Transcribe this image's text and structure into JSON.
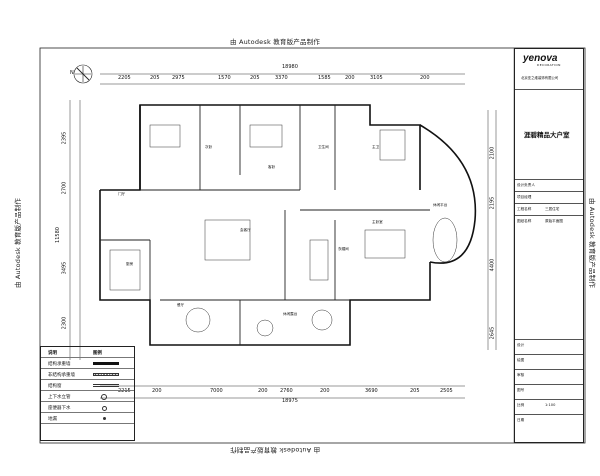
{
  "watermark": "由 Autodesk 教育版产品制作",
  "compass_label": "N",
  "title_block": {
    "logo": "yenova",
    "logo_sub": "DECORATION",
    "company": "北京亚之维装饰有限公司",
    "project": "涯碧精品大户室",
    "rows": [
      {
        "label": "设计负责人",
        "value": ""
      },
      {
        "label": "项目经理",
        "value": ""
      },
      {
        "label": "工程名称",
        "value": "三居住宅"
      },
      {
        "label": "图纸名称",
        "value": "原始平面图"
      },
      {
        "label": "设计",
        "value": ""
      },
      {
        "label": "绘图",
        "value": ""
      },
      {
        "label": "审核",
        "value": ""
      },
      {
        "label": "图号",
        "value": ""
      },
      {
        "label": "比例",
        "value": "1:100"
      },
      {
        "label": "日期",
        "value": ""
      }
    ]
  },
  "legend": {
    "header_name": "说明",
    "header_symbol": "图例",
    "items": [
      {
        "name": "结构承重墙",
        "sym": "solid"
      },
      {
        "name": "非结构承重墙",
        "sym": "hatch"
      },
      {
        "name": "结构窗",
        "sym": "window"
      },
      {
        "name": "上下水立管",
        "sym": "circle"
      },
      {
        "name": "座便器下水",
        "sym": "circle-small"
      },
      {
        "name": "地漏",
        "sym": "dot"
      }
    ]
  },
  "dimensions": {
    "top_total": "18980",
    "top_segments": [
      "2205",
      "205",
      "2975",
      "1570",
      "205",
      "3370",
      "1585",
      "200",
      "3105",
      "200"
    ],
    "bottom_total": "18975",
    "bottom_segments": [
      "2215",
      "200",
      "7000",
      "200",
      "2760",
      "200",
      "3690",
      "205",
      "2505"
    ],
    "left_segments": [
      "2395",
      "2700",
      "11580",
      "3495",
      "2300"
    ],
    "right_segments": [
      "2100",
      "2195",
      "4400",
      "2645"
    ]
  },
  "rooms": [
    {
      "name": "次卧",
      "key": "r1"
    },
    {
      "name": "客卧",
      "key": "r2"
    },
    {
      "name": "卫生间",
      "key": "r3"
    },
    {
      "name": "主卫",
      "key": "r4"
    },
    {
      "name": "门厅",
      "key": "r5"
    },
    {
      "name": "会客厅",
      "key": "r6"
    },
    {
      "name": "主卧室",
      "key": "r7"
    },
    {
      "name": "休闲平台",
      "key": "r8"
    },
    {
      "name": "厨房",
      "key": "r9"
    },
    {
      "name": "餐厅",
      "key": "r10"
    },
    {
      "name": "衣帽间",
      "key": "r11"
    },
    {
      "name": "休闲露台",
      "key": "r12"
    }
  ]
}
